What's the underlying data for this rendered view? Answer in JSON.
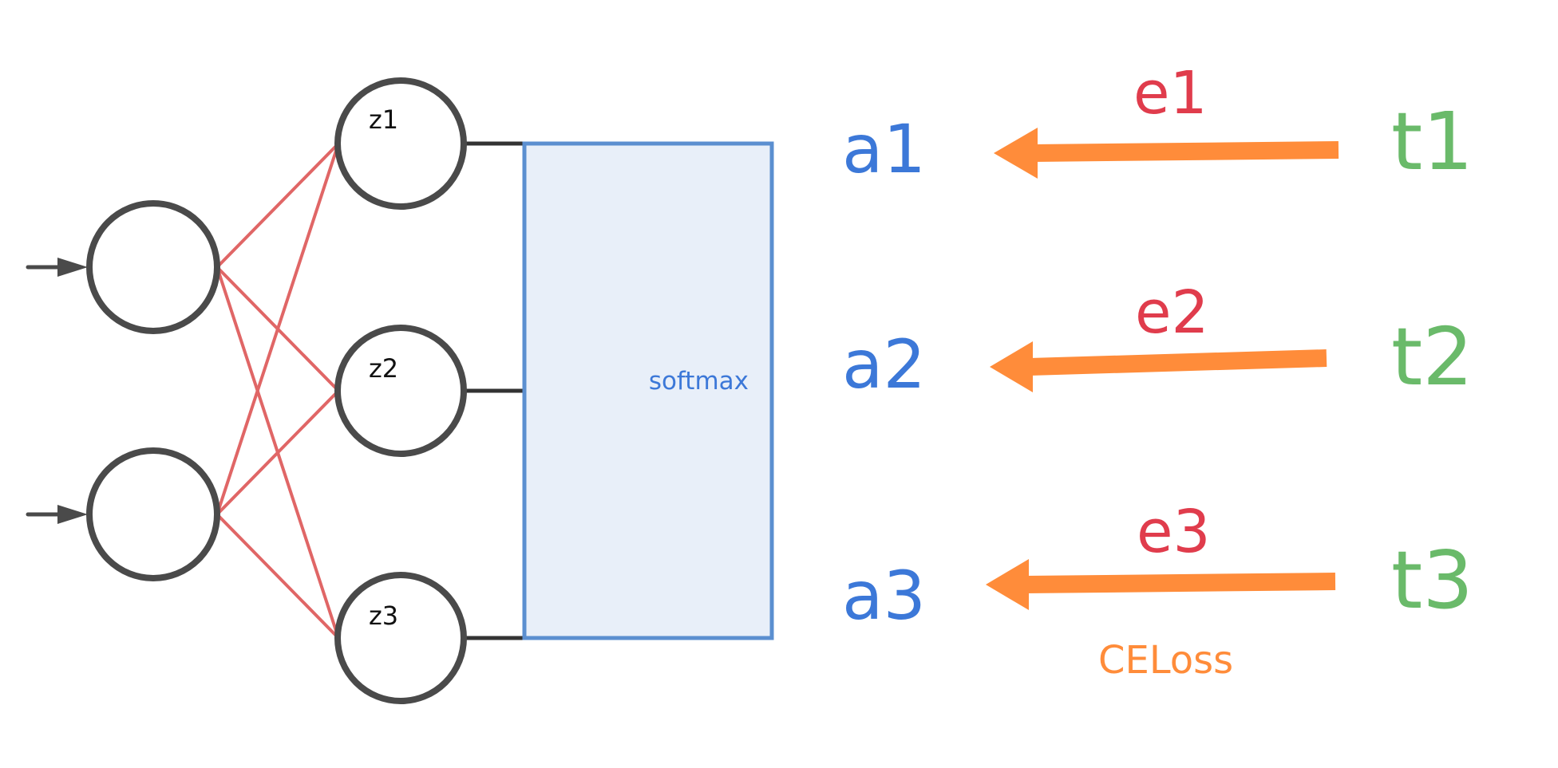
{
  "colors": {
    "neuron_stroke": "#4a4a4a",
    "connection": "#e06666",
    "softmax_stroke": "#5b8fd0",
    "softmax_fill": "#e8eff9",
    "output_label": "#3c78d8",
    "error_label": "#e03c4c",
    "target_label": "#6aba6a",
    "arrow": "#ff8c3a"
  },
  "icons": {
    "input_arrow": "arrow-right-icon",
    "error_arrow": "arrow-left-icon"
  },
  "hidden_neurons": [
    {
      "label": "z1"
    },
    {
      "label": "z2"
    },
    {
      "label": "z3"
    }
  ],
  "softmax": {
    "label": "softmax"
  },
  "outputs": [
    {
      "activation": "a1",
      "error": "e1",
      "target": "t1"
    },
    {
      "activation": "a2",
      "error": "e2",
      "target": "t2"
    },
    {
      "activation": "a3",
      "error": "e3",
      "target": "t3"
    }
  ],
  "loss_label": "CELoss"
}
